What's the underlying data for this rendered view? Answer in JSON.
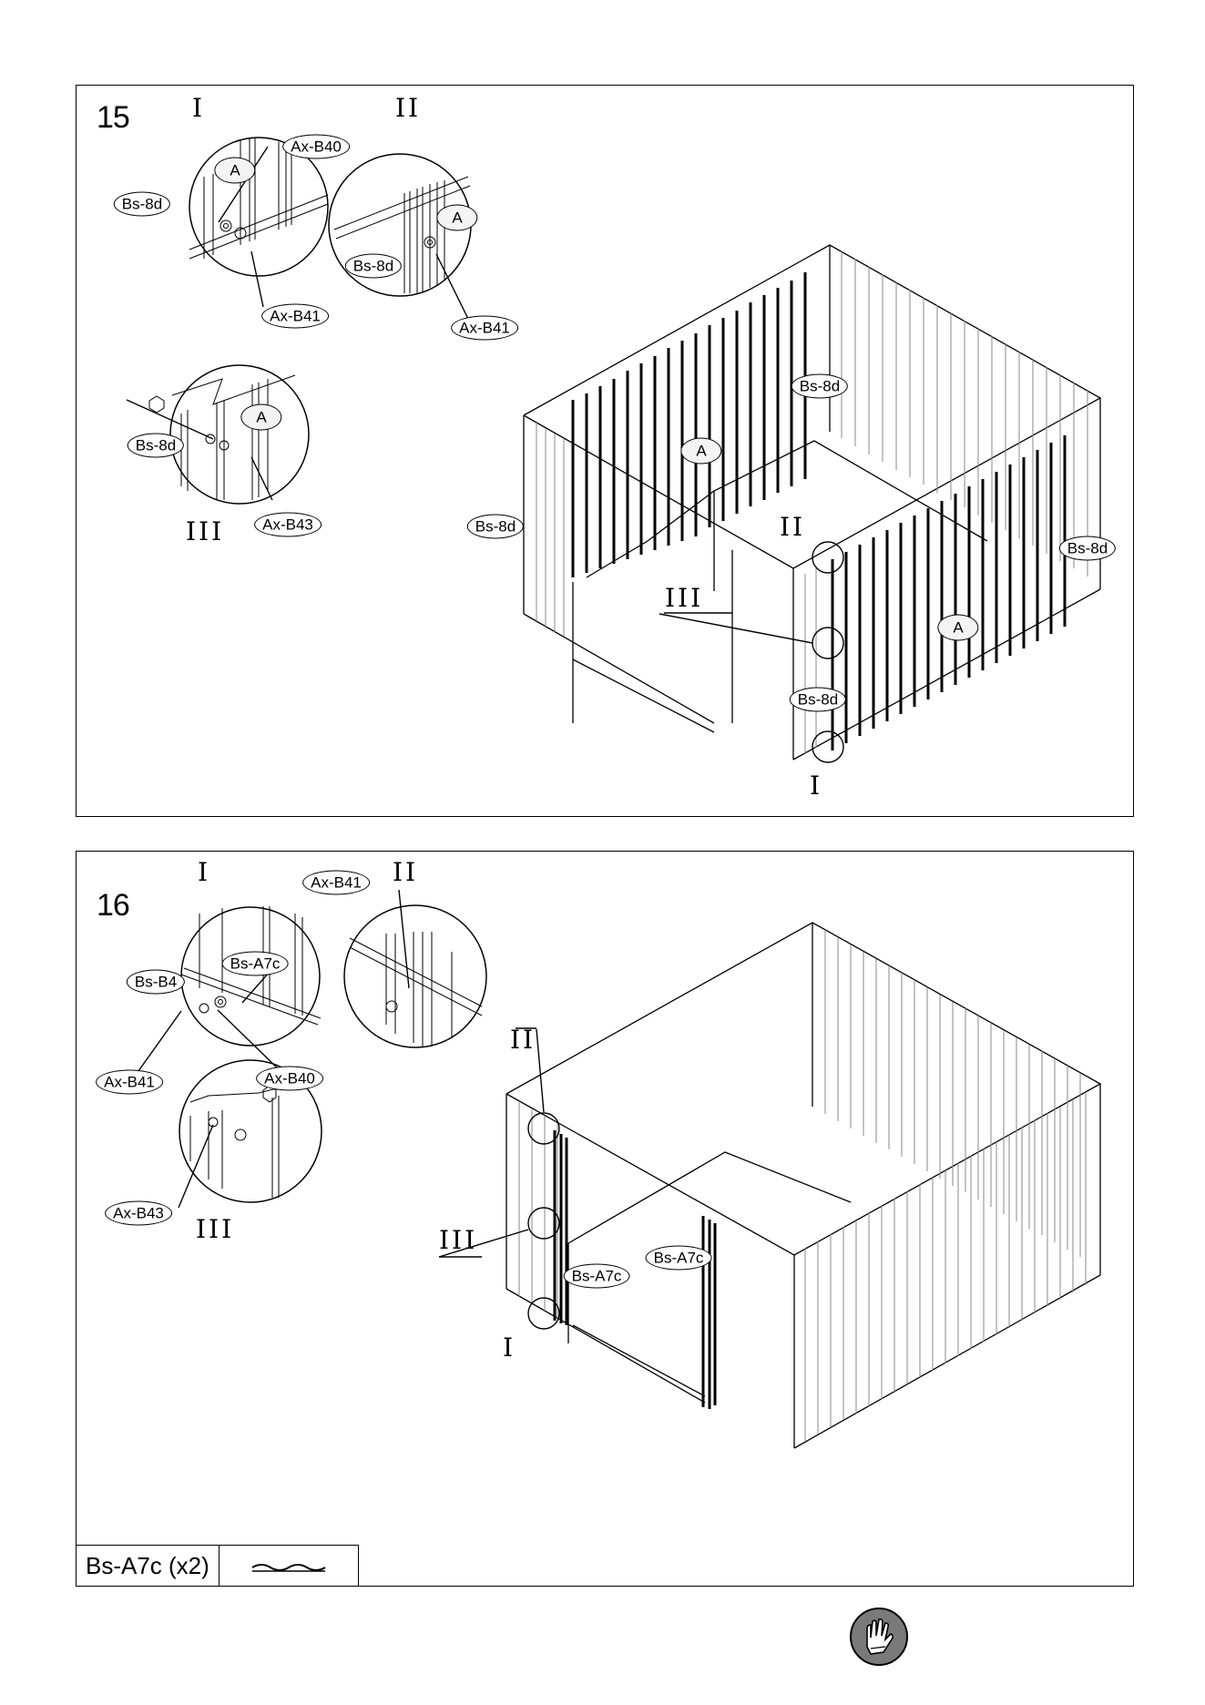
{
  "step15": {
    "number": "15",
    "detail_labels": {
      "i": "I",
      "ii": "II",
      "iii": "III"
    },
    "detail_i_parts": {
      "a": "A",
      "bs": "Bs-8d",
      "washer": "Ax-B40",
      "screw": "Ax-B41"
    },
    "detail_ii_parts": {
      "a": "A",
      "bs": "Bs-8d",
      "screw": "Ax-B41"
    },
    "detail_iii_parts": {
      "a": "A",
      "bs": "Bs-8d",
      "bolt": "Ax-B43"
    },
    "main_labels": {
      "bs_back": "Bs-8d",
      "a_back": "A",
      "bs_left": "Bs-8d",
      "bs_right": "Bs-8d",
      "a_right": "A",
      "bs_front": "Bs-8d",
      "callout_ii": "II",
      "callout_iii": "III",
      "callout_i": "I"
    }
  },
  "step16": {
    "number": "16",
    "detail_labels": {
      "i": "I",
      "ii": "II",
      "iii": "III"
    },
    "detail_i_parts": {
      "bs": "Bs-B4",
      "cap": "Bs-A7c",
      "screw": "Ax-B41",
      "washer": "Ax-B40"
    },
    "detail_ii_parts": {
      "screw": "Ax-B41"
    },
    "detail_iii_parts": {
      "bolt": "Ax-B43"
    },
    "main_labels": {
      "callout_ii": "II",
      "callout_iii": "III",
      "callout_i": "I",
      "part_left": "Bs-A7c",
      "part_right": "Bs-A7c"
    },
    "parts_needed": {
      "name": "Bs-A7c (x2)"
    }
  },
  "icons": {
    "footer": "gloves-icon"
  }
}
